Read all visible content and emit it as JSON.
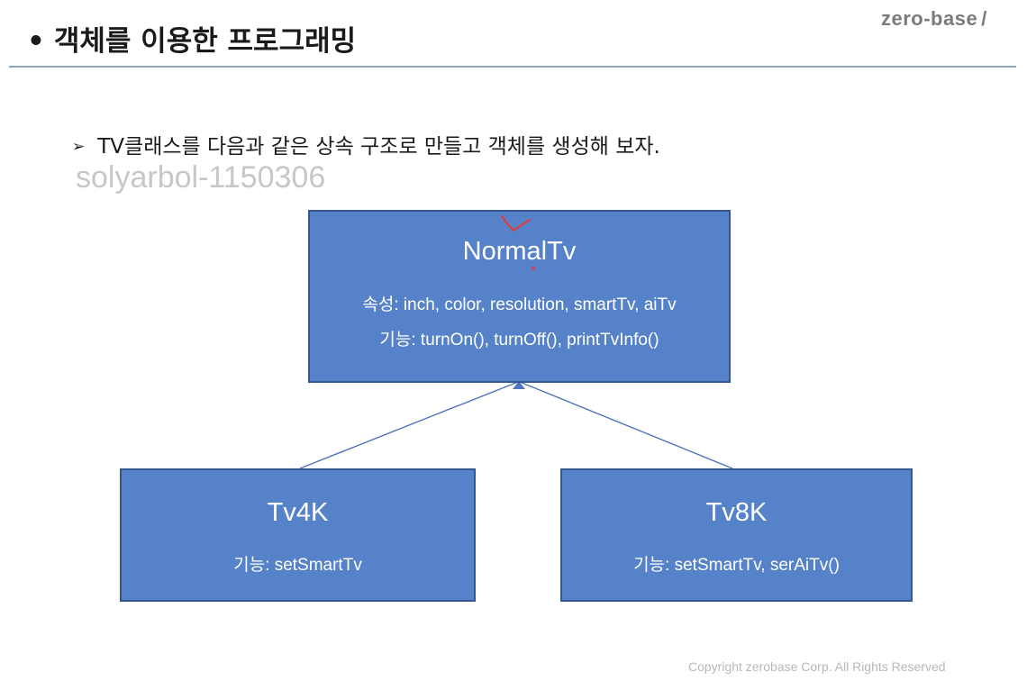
{
  "header": {
    "bullet": "•",
    "title": "객체를 이용한 프로그래밍",
    "brand": "zero-base",
    "brand_slash": "/"
  },
  "intro": {
    "arrow": "➢",
    "text": "TV클래스를 다음과 같은 상속 구조로 만들고 객체를 생성해 보자."
  },
  "watermark": "solyarbol-1150306",
  "diagram": {
    "colors": {
      "box_fill": "#5682c9",
      "box_border": "#34578f",
      "connector": "#4e74bd",
      "annotation": "#e53935"
    },
    "parent": {
      "name": "NormalTv",
      "attributes": "속성: inch, color, resolution, smartTv, aiTv",
      "functions": "기능: turnOn(), turnOff(), printTvInfo()"
    },
    "children": [
      {
        "name": "Tv4K",
        "functions": "기능: setSmartTv"
      },
      {
        "name": "Tv8K",
        "functions": "기능: setSmartTv, serAiTv()"
      }
    ]
  },
  "footer": {
    "copyright": "Copyright zerobase Corp. All Rights Reserved"
  }
}
